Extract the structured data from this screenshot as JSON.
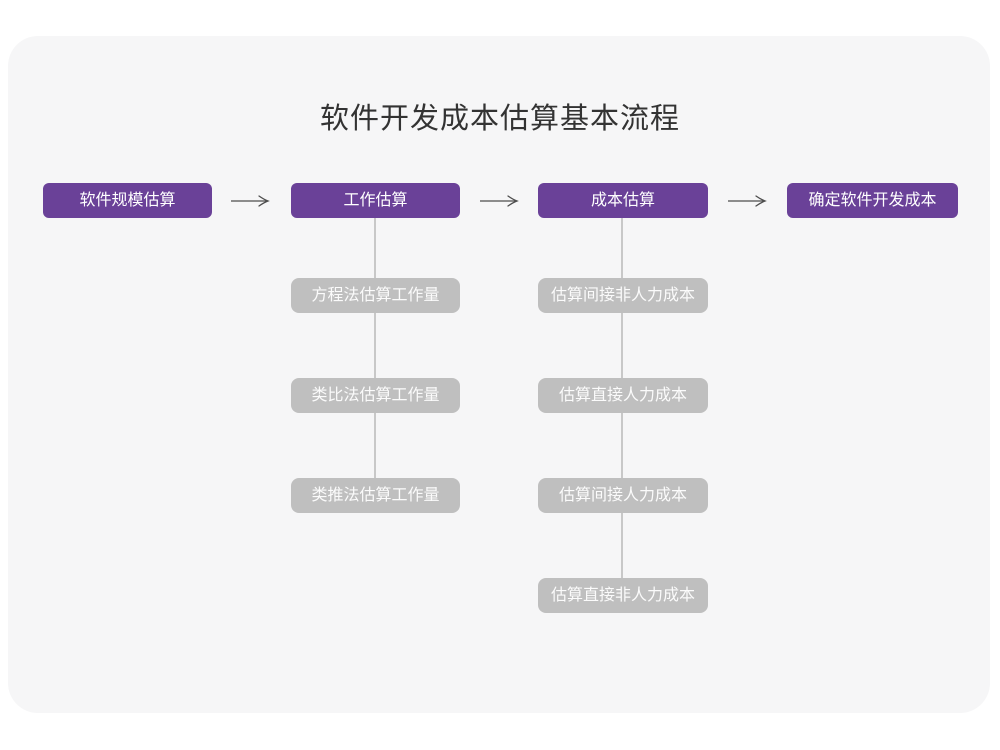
{
  "diagram": {
    "title": "软件开发成本估算基本流程",
    "main_steps": [
      "软件规模估算",
      "工作估算",
      "成本估算",
      "确定软件开发成本"
    ],
    "work_estimation_branch": {
      "parent": "工作估算",
      "items": [
        "方程法估算工作量",
        "类比法估算工作量",
        "类推法估算工作量"
      ]
    },
    "cost_estimation_branch": {
      "parent": "成本估算",
      "items": [
        "估算间接非人力成本",
        "估算直接人力成本",
        "估算间接人力成本",
        "估算直接非人力成本"
      ]
    }
  },
  "colors": {
    "main_node": "#6a4198",
    "sub_node": "#bfbfbf",
    "node_text": "#ffffff",
    "title_text": "#333333",
    "connector": "#c8c8c8",
    "arrow": "#4d4d4d",
    "card_background": "#f6f6f7",
    "page_background": "#ffffff"
  }
}
